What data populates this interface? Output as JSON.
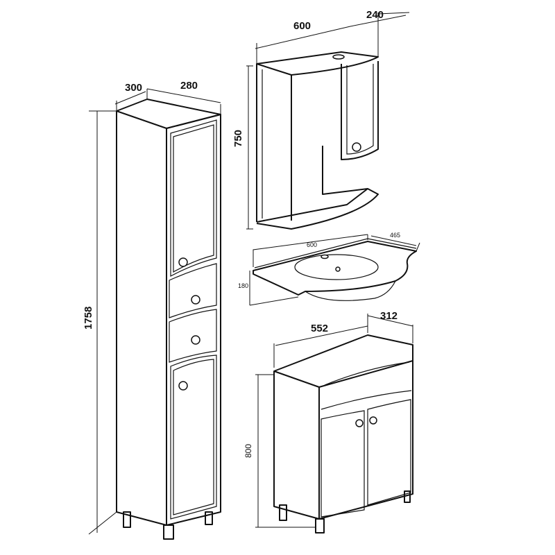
{
  "tall_cabinet": {
    "width": "300",
    "depth": "280",
    "height": "1758"
  },
  "mirror_cabinet": {
    "width": "600",
    "depth": "240",
    "height": "750"
  },
  "sink": {
    "width": "600",
    "depth": "465",
    "height": "180"
  },
  "vanity": {
    "width": "552",
    "depth": "312",
    "height": "800"
  },
  "colors": {
    "line": "#111111",
    "background": "#ffffff"
  }
}
